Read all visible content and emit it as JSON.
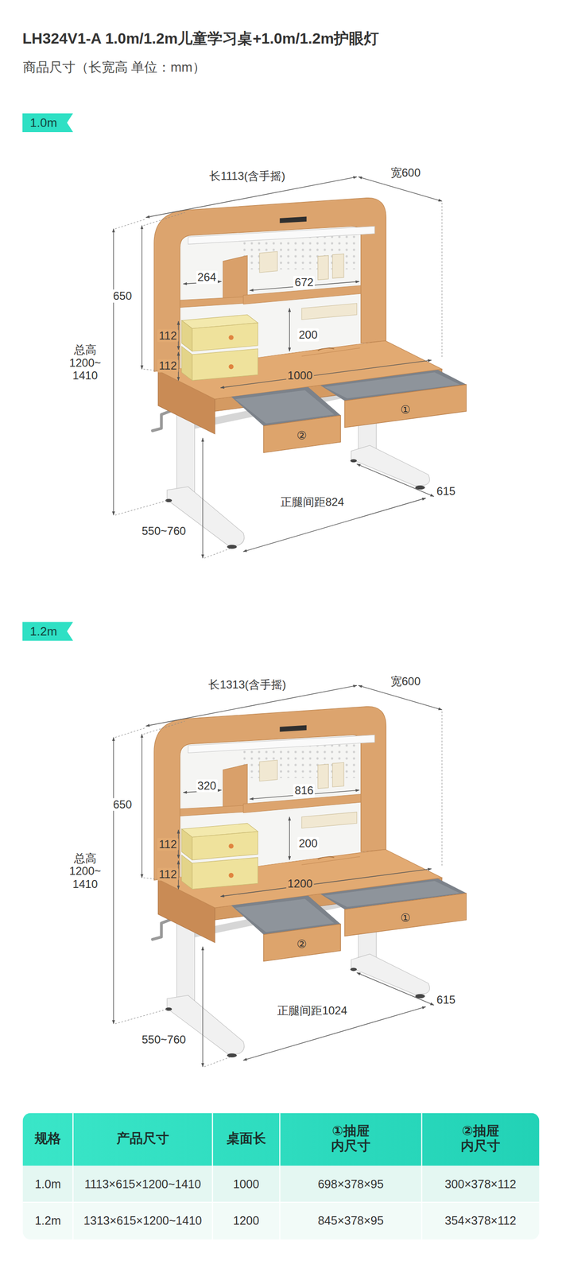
{
  "diagram": {
    "title": "LH324V1-A 1.0m/1.2m儿童学习桌+1.0m/1.2m护眼灯",
    "nodes": [
      {
        "text": [
          "1.0m"
        ]
      },
      {
        "text": [
          "1.2m"
        ]
      }
    ],
    "labels": [
      "商品尺寸（长宽高 单位：mm）",
      "长1113(含手摇)",
      "宽600",
      "650",
      "总高 1200~ 1410",
      "264",
      "672",
      "112",
      "112",
      "200",
      "1000",
      "①",
      "②",
      "615",
      "正腿间距824",
      "550~760",
      "长1313(含手摇)",
      "宽600",
      "650",
      "总高 1200~ 1410",
      "320",
      "816",
      "112",
      "112",
      "200",
      "1200",
      "①",
      "②",
      "550~760",
      "正腿间距1024",
      "615",
      "规格",
      "产品尺寸",
      "桌面长",
      "①抽屉 内尺寸",
      "②抽屉 内尺寸",
      "1.0m",
      "1113×615×1200~1410",
      "1000",
      "698×378×95",
      "300×378×112",
      "1.2m",
      "1313×615×1200~1410",
      "1200",
      "845×378×95",
      "354×378×112"
    ]
  }
}
